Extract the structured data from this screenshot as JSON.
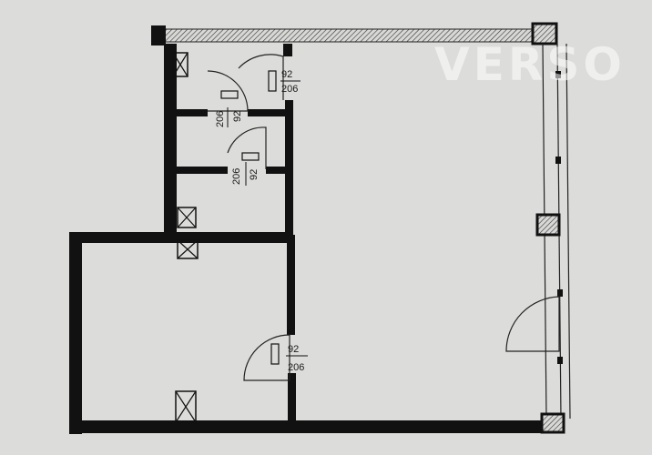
{
  "watermark": "VERSO",
  "doors": [
    {
      "id": "door-top",
      "width": "92",
      "height": "206"
    },
    {
      "id": "door-mid1",
      "width": "92",
      "height": "206"
    },
    {
      "id": "door-mid2",
      "width": "92",
      "height": "206"
    },
    {
      "id": "door-bottom",
      "width": "92",
      "height": "206"
    }
  ],
  "colors": {
    "wall": "#111111",
    "paper": "#dcdcda",
    "line": "#222222"
  }
}
